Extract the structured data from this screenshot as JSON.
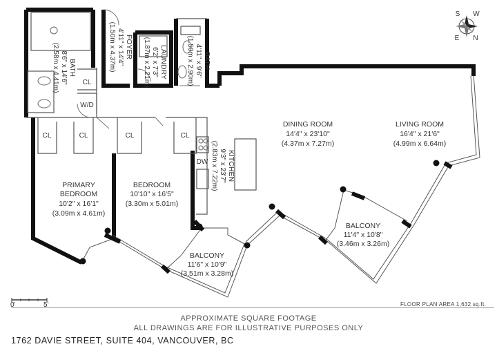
{
  "rooms": {
    "foyer": {
      "name": "FOYER",
      "dims": "4'11\" x 14'4\"",
      "metric": "(1.50m x 4.37m)"
    },
    "laundry": {
      "name": "LAUNDRY",
      "dims": "6'2\" x 7'3\"",
      "metric": "(1.87m x 2.21m)"
    },
    "bath_top": {
      "name": "BATH",
      "dims": "4'11\" x 9'6\"",
      "metric": "(1.50m x 2.90m)"
    },
    "bath_left": {
      "name": "BATH",
      "dims": "8'6\" x 14'6\"",
      "metric": "(2.58m x 4.41m)"
    },
    "kitchen": {
      "name": "KITCHEN",
      "dims": "9'3\" x 23'7\"",
      "metric": "(2.83m x 7.22m)"
    },
    "dining": {
      "name": "DINING ROOM",
      "dims": "14'4\" x 23'10\"",
      "metric": "(4.37m x 7.27m)"
    },
    "living": {
      "name": "LIVING ROOM",
      "dims": "16'4\" x 21'6\"",
      "metric": "(4.99m x 6.64m)"
    },
    "primary": {
      "name1": "PRIMARY",
      "name2": "BEDROOM",
      "dims": "10'2\" x 16'1\"",
      "metric": "(3.09m x 4.61m)"
    },
    "bedroom": {
      "name": "BEDROOM",
      "dims": "10'10\" x 16'5\"",
      "metric": "(3.30m x 5.01m)"
    },
    "balcony1": {
      "name": "BALCONY",
      "dims": "11'6\" x 10'9\"",
      "metric": "(3.51m x 3.28m)"
    },
    "balcony2": {
      "name": "BALCONY",
      "dims": "11'4\" x 10'8\"",
      "metric": "(3.46m x 3.26m)"
    }
  },
  "small_labels": {
    "cl": "CL",
    "wd": "W/D",
    "dw": "DW"
  },
  "scale": {
    "start": "0'",
    "end": "5'"
  },
  "compass": {
    "n": "N",
    "s": "S",
    "e": "E",
    "w": "W"
  },
  "footer": {
    "area": "FLOOR PLAN AREA 1,632 sq.ft.",
    "line1": "APPROXIMATE SQUARE FOOTAGE",
    "line2": "ALL DRAWINGS ARE FOR ILLUSTRATIVE PURPOSES ONLY",
    "address": "1762 DAVIE STREET, SUITE 404, VANCOUVER, BC"
  },
  "colors": {
    "wall": "#111111",
    "thin": "#555555",
    "text": "#333333"
  }
}
